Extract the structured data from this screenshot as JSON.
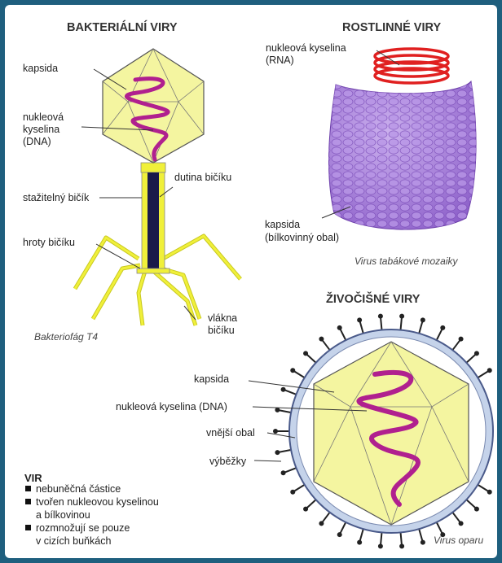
{
  "headings": {
    "bacterial": "BAKTERIÁLNÍ VIRY",
    "plant": "ROSTLINNÉ VIRY",
    "animal": "ŽIVOČIŠNÉ VIRY"
  },
  "bacterial": {
    "kapsida": "kapsida",
    "nucleic_1": "nukleová",
    "nucleic_2": "kyselina",
    "nucleic_3": "(DNA)",
    "dutina": "dutina bičíku",
    "stazitelny": "stažitelný bičík",
    "hroty": "hroty bičíku",
    "vlakna_1": "vlákna",
    "vlakna_2": "bičíku",
    "caption": "Bakteriofág T4"
  },
  "plant": {
    "nucleic_1": "nukleová kyselina",
    "nucleic_2": "(RNA)",
    "kapsida_1": "kapsida",
    "kapsida_2": "(bílkovinný obal)",
    "caption": "Virus tabákové mozaiky"
  },
  "animal": {
    "kapsida": "kapsida",
    "nucleic": "nukleová kyselina (DNA)",
    "obal": "vnější obal",
    "vybezky": "výběžky",
    "caption": "Virus oparu"
  },
  "vir": {
    "title": "VIR",
    "items": [
      "nebuněčná částice",
      "tvořen nukleovou kyselinou",
      "a bílkovinou",
      "rozmnožují se pouze",
      "v cizích buňkách"
    ]
  },
  "colors": {
    "capsid_fill": "#f4f5a0",
    "nucleic_acid": "#b0208f",
    "tail_yellow": "#f0f03a",
    "plant_capsid": "#9b6fd0",
    "rna": "#e02020",
    "envelope": "#c5d3ea"
  }
}
